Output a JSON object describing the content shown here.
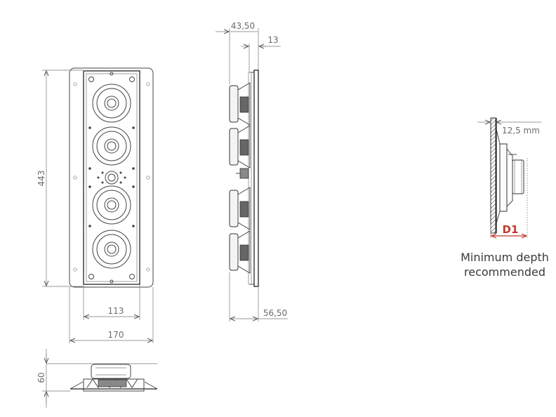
{
  "dimensions": {
    "height": "443",
    "inner_width": "113",
    "outer_width": "170",
    "depth_60": "60",
    "side_total": "43,50",
    "side_flange": "13",
    "side_bottom": "56,50",
    "wall_thickness": "12,5 mm",
    "d1": "D1"
  },
  "caption": {
    "line1": "Minimum depth",
    "line2": "recommended"
  },
  "colors": {
    "accent_red": "#c0392b",
    "line": "#444444",
    "dim_text": "#6b6b6b"
  }
}
